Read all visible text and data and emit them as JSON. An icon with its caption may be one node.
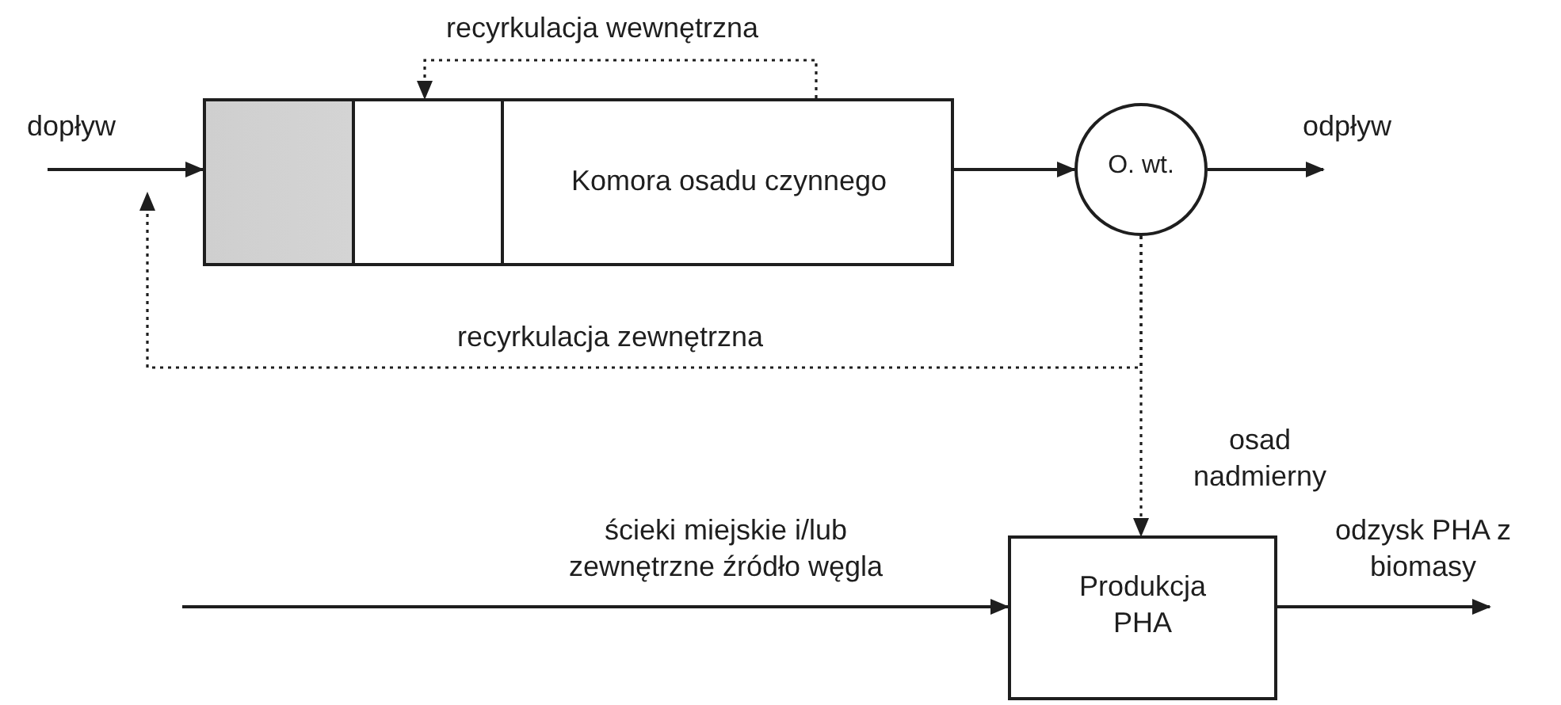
{
  "diagram": {
    "nodes": [
      {
        "text": [
          "Komora osadu czynnego"
        ]
      },
      {
        "text": [
          "O. wt."
        ]
      },
      {
        "text": [
          "Produkcja PHA"
        ]
      }
    ],
    "edges": [
      {
        "from": null,
        "to": 0,
        "arrow": "to",
        "label": "dopływ"
      },
      {
        "from": 0,
        "to": 1,
        "arrow": "to"
      },
      {
        "from": 1,
        "to": null,
        "arrow": "to",
        "label": "odpływ"
      },
      {
        "from": 0,
        "to": 0,
        "arrow": "to",
        "label": "recyrkulacja wewnętrzna",
        "style": "dashed"
      },
      {
        "from": 1,
        "to": null,
        "arrow": "to",
        "label": "recyrkulacja zewnętrzna",
        "style": "dashed"
      },
      {
        "from": 1,
        "to": 2,
        "arrow": "to",
        "label": "osad nadmierny",
        "style": "dashed"
      },
      {
        "from": null,
        "to": 2,
        "arrow": "to",
        "label": "ścieki miejskie i/lub zewnętrzne źródło węgla"
      },
      {
        "from": 2,
        "to": null,
        "arrow": "to",
        "label": "odzysk PHA z biomasy"
      }
    ]
  }
}
